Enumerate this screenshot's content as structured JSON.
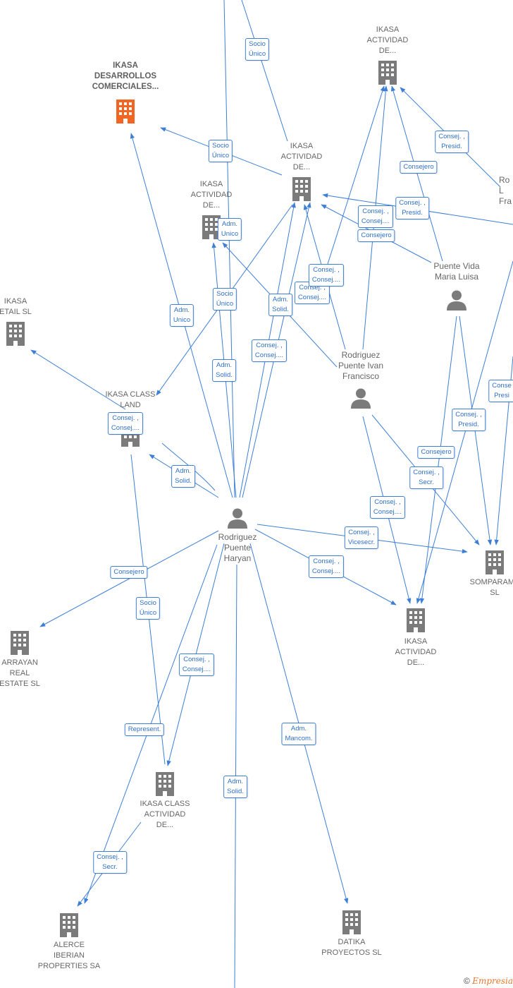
{
  "colors": {
    "edge": "#3d7fd6",
    "building": "#7b7b7b",
    "focus_building": "#f26522",
    "person": "#7b7b7b",
    "label": "#666666"
  },
  "nodes": {
    "ikasa_desarrollos": {
      "label": "IKASA\nDESARROLLOS\nCOMERCIALES...",
      "icon": "building-icon"
    },
    "ikasa_actividad_top": {
      "label": "IKASA\nACTIVIDAD\nDE...",
      "icon": "building-icon"
    },
    "ikasa_actividad_mid": {
      "label": "IKASA\nACTIVIDAD\nDE...",
      "icon": "building-icon"
    },
    "ikasa_actividad_left": {
      "label": "IKASA\nACTIVIDAD\nDE...",
      "icon": "building-icon"
    },
    "ikasa_retail": {
      "label": "IKASA\nETAIL  SL",
      "icon": "building-icon"
    },
    "ikasa_class_land": {
      "label": "IKASA CLASS\nLAND\nI...IT...",
      "icon": "building-icon"
    },
    "rodriguez_ivan": {
      "label": "Rodriguez\nPuente Ivan\nFrancisco",
      "icon": "person-icon"
    },
    "puente_vida": {
      "label": "Puente Vida\nMaria Luisa",
      "icon": "person-icon"
    },
    "rodriguez_haryan": {
      "label": "Rodriguez\nPuente\nHaryan",
      "icon": "person-icon"
    },
    "ikasa_actividad_right": {
      "label": "IKASA\nACTIVIDAD\nDE...",
      "icon": "building-icon"
    },
    "somparama": {
      "label": "SOMPARAMA\nSL",
      "icon": "building-icon"
    },
    "arrayan": {
      "label": "ARRAYAN\nREAL\nESTATE  SL",
      "icon": "building-icon"
    },
    "ikasa_class_actividad": {
      "label": "IKASA CLASS\nACTIVIDAD\nDE...",
      "icon": "building-icon"
    },
    "alerce": {
      "label": "ALERCE\nIBERIAN\nPROPERTIES SA",
      "icon": "building-icon"
    },
    "datika": {
      "label": "DATIKA\nPROYECTOS  SL",
      "icon": "building-icon"
    },
    "partial_right": {
      "label": "Ro\nL\nFra",
      "icon": ""
    }
  },
  "edge_labels": [
    "Socio\nÚnico",
    "Socio\nÚnico",
    "Adm.\nUnico",
    "Socio\nÚnico",
    "Adm.\nSolid.",
    "Consej. ,\nConsej....",
    "Consej. ,\nConsej....",
    "Consej. ,\nConsej....",
    "Adm.\nSolid.",
    "Adm.\nUnico",
    "Consej. ,\nConsej....",
    "Consejero",
    "Consej. ,\nPresid.",
    "Consej. ,\nPresid.",
    "Consejero",
    "Consej. ,\nConsej....",
    "Adm.\nSolid.",
    "Consejero",
    "Consej. ,\nSecr.",
    "Consej. ,\nPresid.",
    "Conse\nPresi",
    "Consej. ,\nConsej....",
    "Consej. ,\nVicesecr.",
    "Consej. ,\nConsej....",
    "Consejero",
    "Socio\nÚnico",
    "Consej. ,\nConsej....",
    "Represent.",
    "Adm.\nSolid.",
    "Adm.\nMancom.",
    "Consej. ,\nSecr."
  ],
  "footer": {
    "copyright": "©",
    "brand": "Empresia"
  }
}
